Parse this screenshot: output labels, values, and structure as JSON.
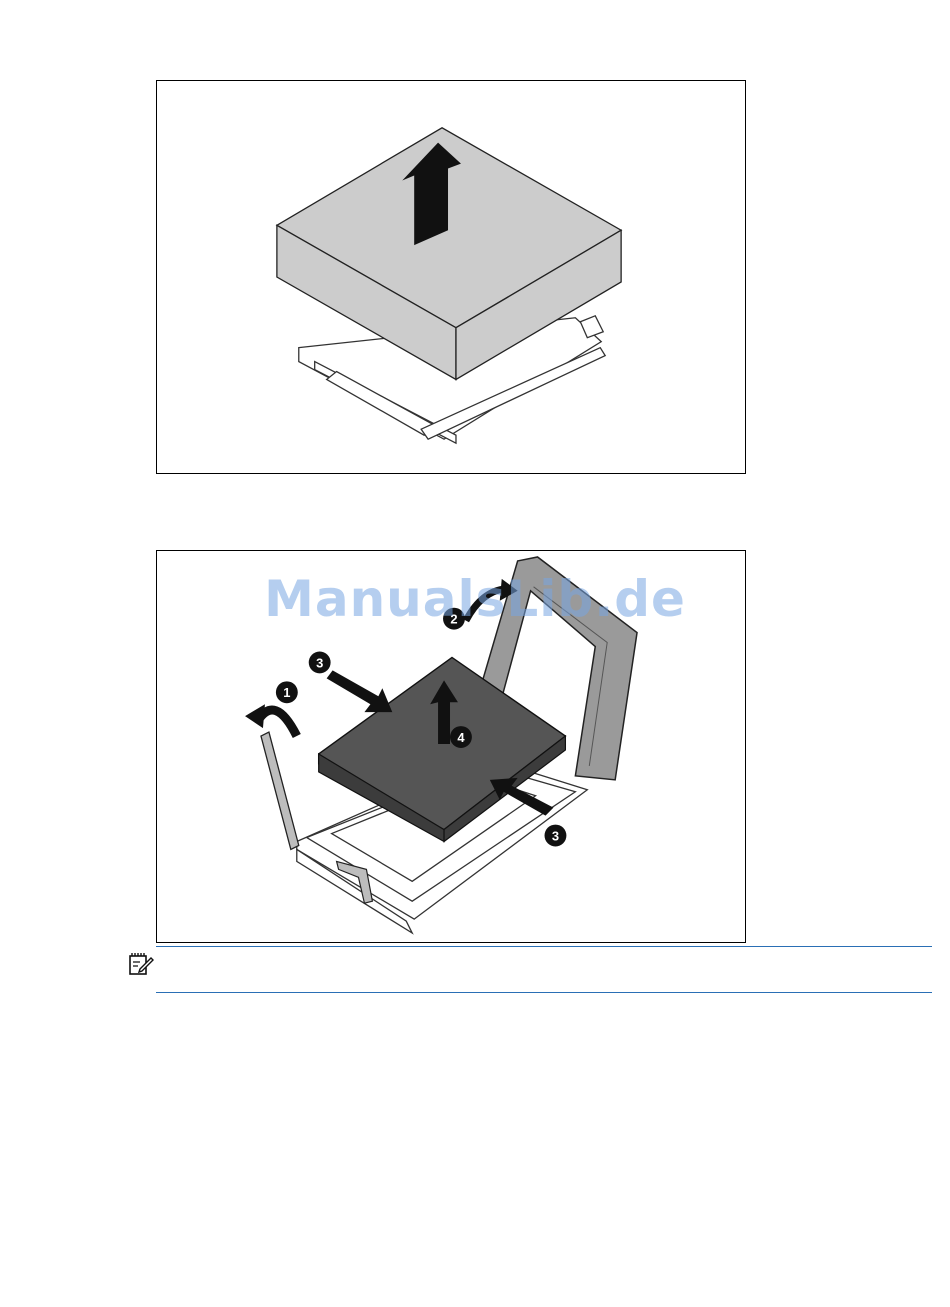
{
  "watermark": {
    "text": "ManualsLib.de"
  },
  "figure2_callouts": {
    "c1": "1",
    "c2": "2",
    "c3a": "3",
    "c3b": "3",
    "c4": "4"
  },
  "note": {
    "icon": "note-icon"
  },
  "colors": {
    "rule": "#2a6fb5",
    "watermark": "#78a5e1",
    "heatsink": "#cccccc",
    "cover": "#555555"
  }
}
